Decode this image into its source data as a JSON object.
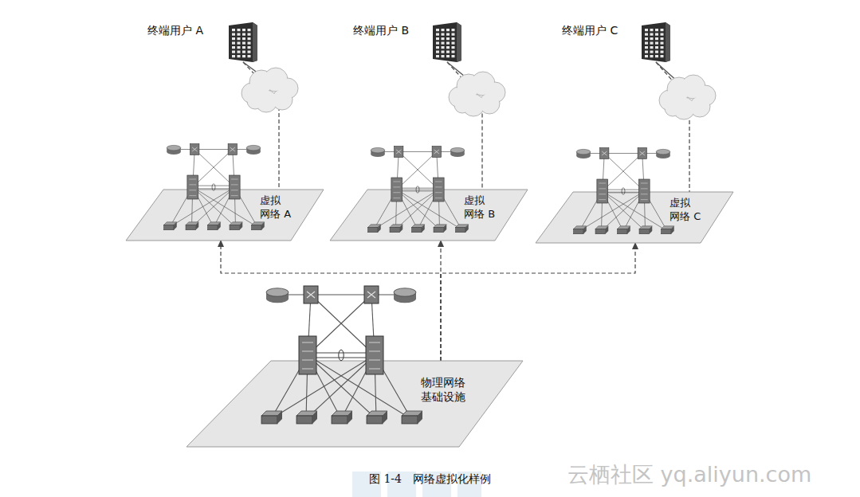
{
  "diagram": {
    "caption": "图 1-4　网络虚拟化样例",
    "nodes": [
      {
        "text": [
          "终端用户 A"
        ]
      },
      {
        "text": [
          "终端用户 B"
        ]
      },
      {
        "text": [
          "终端用户 C"
        ]
      },
      {
        "text": [
          "虚拟 网络 A"
        ]
      },
      {
        "text": [
          "虚拟 网络 B"
        ]
      },
      {
        "text": [
          "虚拟 网络 C"
        ]
      },
      {
        "text": [
          "物理网络 基础设施"
        ]
      }
    ],
    "edges": [
      {
        "from": 0,
        "to": 3,
        "arrow": "none"
      },
      {
        "from": 1,
        "to": 4,
        "arrow": "none"
      },
      {
        "from": 2,
        "to": 5,
        "arrow": "none"
      },
      {
        "from": 6,
        "to": 3,
        "arrow": "to"
      },
      {
        "from": 6,
        "to": 4,
        "arrow": "to"
      },
      {
        "from": 6,
        "to": 5,
        "arrow": "to"
      }
    ],
    "labels": [
      "云栖社区 yq.aliyun.com"
    ]
  }
}
